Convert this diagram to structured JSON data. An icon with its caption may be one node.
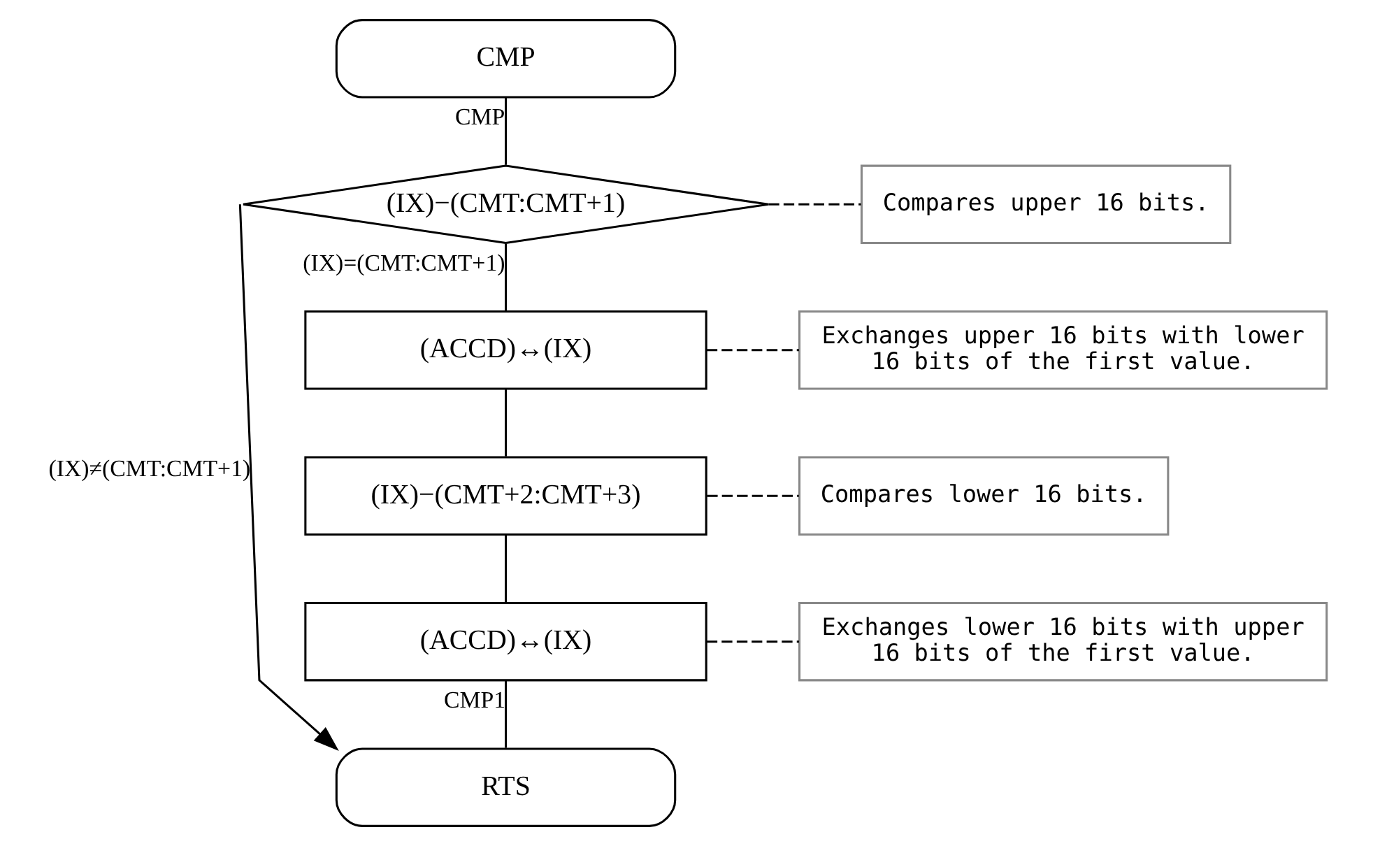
{
  "diagram": {
    "nodes": [
      {
        "text": [
          "CMP"
        ]
      },
      {
        "text": [
          "(IX)−(CMT:CMT+1)"
        ]
      },
      {
        "text": [
          "(ACCD)↔(IX)"
        ]
      },
      {
        "text": [
          "(IX)−(CMT+2:CMT+3)"
        ]
      },
      {
        "text": [
          "(ACCD)↔(IX)"
        ]
      },
      {
        "text": [
          "RTS"
        ]
      },
      {
        "text": [
          "Compares upper 16 bits."
        ]
      },
      {
        "text": [
          "Exchanges upper 16 bits with lower 16 bits of the first value."
        ]
      },
      {
        "text": [
          "Compares lower 16 bits."
        ]
      },
      {
        "text": [
          "Exchanges lower 16 bits with upper 16 bits of the first value."
        ]
      }
    ],
    "edges": [
      {
        "from": 0,
        "to": 1,
        "arrow": "none",
        "label": "CMP"
      },
      {
        "from": 1,
        "to": 2,
        "arrow": "none",
        "label": "(IX)=(CMT:CMT+1)"
      },
      {
        "from": 2,
        "to": 3,
        "arrow": "none"
      },
      {
        "from": 3,
        "to": 4,
        "arrow": "none"
      },
      {
        "from": 4,
        "to": 5,
        "arrow": "none",
        "label": "CMP1"
      },
      {
        "from": 1,
        "to": 5,
        "arrow": "to",
        "label": "(IX)≠(CMT:CMT+1)"
      },
      {
        "from": 1,
        "to": 6,
        "arrow": "none",
        "style": "dashed"
      },
      {
        "from": 2,
        "to": 7,
        "arrow": "none",
        "style": "dashed"
      },
      {
        "from": 3,
        "to": 8,
        "arrow": "none",
        "style": "dashed"
      },
      {
        "from": 4,
        "to": 9,
        "arrow": "none",
        "style": "dashed"
      }
    ]
  }
}
